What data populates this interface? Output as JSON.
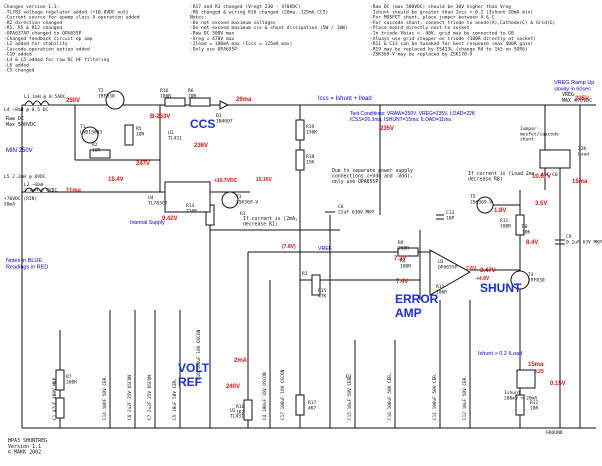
{
  "notes_left": [
    "Changes version 1.1:",
    "-TL783 voltage regulator added (+10.8VDC out)",
    "-Current source for opamp class A operation added",
    "-R2 direction changed",
    "-R1, R5 & R12 changed",
    "-OPA637AP changed to OPA655P",
    "-Changed feedback circuit op amp",
    "-L2 added for stability",
    "-Cascode operation option added",
    "-C10 added",
    "-L4 & L5 added for raw DC HF filtering",
    "-L6 added",
    "-C5 changed"
  ],
  "notes_mid": [
    "-R17 and R3 changed (Vregt 230 - 470VDC)",
    "-R6 changed & wiring R16 changed (20ma..125mA CCS)",
    "",
    "Notes:",
    "-Do not exceed maximum voltages",
    "-Do not exceed maximum ccs & shunt dissipation (5W / 10W)",
    "-Raw DC 500V max",
    "-Vreg = 470V max",
    "-Iload = 100mA max (Iccs = 125mA max)",
    "-Only use OPA655P"
  ],
  "notes_right": [
    "-Raw DC (max 500VDC) should be 30V higher than Vreg",
    "-Ishunt should be greater than Iccs = 0.2 (Ishunt 20mA min)",
    "-For MOSFET shunt, place jumper between A & C.",
    "-For cascode shunt, connect triode to anode(A),Cathode(C) & Grid(G)",
    "-Place board directly next to socket",
    "-In triode Vbias = -40V, grid may be connected to G0",
    "-Always use grid stopper on triode (100R directly at socket)",
    "-R11 & C13 can be tweaked for best response (max 400R gain)",
    "-R19 may be replaced by ES413L (change R4 to 1k5 on SOP6)",
    "-ZSK369-V may be replaced by ZSK170-V"
  ],
  "highlights": {
    "ccs": "CCS",
    "error_amp": "ERROR\nAMP",
    "shunt": "SHUNT",
    "volt_ref": "VOLT\nREF",
    "min_250": "MIN 250V",
    "vreg_ramp": "VREG Ramp Up\nslowly in 60sec",
    "notes_blue": "Notes in BLUE\nReadings in RED",
    "iccs_eq": "Iccs = Ishunt + Iload",
    "test_conditions": "Test Conditions: VRAW=250V, VREG=235V, LOAD=22K\nICSS=26.3ma, ISHUNT=15ma, ILOAD=11ma",
    "internal_supply": "Internal Supply",
    "ishunt_rule": "Ishunt > 0.2 ILoad",
    "vref_label": "VREF",
    "if_current_2ma": "If current is (2mA,\ndecrease R1)",
    "if_current_r11": "If current is (Load 2ma,\ndecrease R8)",
    "vreg_out": "VREG\nMAX 470VDC",
    "raw_dc": "Raw DC\nMax 500VDC",
    "separate_supply": "Due to separate power supply\nconnections (+Vdd and -Vdd),\nonly use OPA655P",
    "jumper": "Jumper\nmosfet/cascode\nshunt",
    "footer": "HPA3 SHUNTREG\nVersion 1.1\n© MAKK 2002"
  },
  "readings": {
    "v250": "250V",
    "v26ma": "26ma",
    "v235a": "235V",
    "v235b": "235V",
    "v250b": "B-253V",
    "v236": "236V",
    "v247": "247V",
    "v15": "15.4V",
    "v107": "+10.7VDC",
    "v9": "9.42V",
    "v73": "7.3V",
    "v74": "7.4V",
    "v47": "+4.9V",
    "v3": "3.47V",
    "v1067": "10.67V",
    "v18": "1.8V",
    "v84": "8.4V",
    "v15ma": "15ma",
    "v15ma2": "15ma",
    "v11ma": "11ma",
    "v35": "3.5V",
    "v036": "0.15V",
    "v2ma": "2mA",
    "v240": "240V",
    "v78": "(7.8V)",
    "v26": "2.6V",
    "v15b": "15.16V",
    "v025": "0.25"
  },
  "components": {
    "L4": "L4 ~8mH @ 0.5 DC",
    "L5": "L5 2.2mH @ 8VDC",
    "T1": "T1\nLND150N3",
    "T2": "T2\nIRF830",
    "R16": "R16\n100R",
    "R6": "R6\n20R",
    "D1": "D1\n1N4007",
    "R2": "R2\n10R",
    "U1": "U1\nTL431",
    "R5": "R5\n10R",
    "U4": "U4\nTL783CT",
    "R14": "R14\n220R",
    "T3": "T3\nZSK369-V",
    "R9": "R9\n200R",
    "R11": "R11\n100R",
    "T5": "T5\n2SK369-V",
    "T4": "T4\nIRF830",
    "R12": "R12\n10R",
    "U2": "U2\nTL431",
    "R17": "R17\n4K7",
    "R19": "R19\n150K",
    "R18": "R18\n15K",
    "C13": "C13\n10P",
    "D2": "D2",
    "R8": "R8\n10K",
    "U3": "U3\nOPA655P",
    "R15": "R15\n47K",
    "C8": "C8\n22uF 630V MKP",
    "C5": "C5 10uF 50V CER.",
    "C6": "C6 2u2F 25V OSCON",
    "C7": "C7 2u2F 25V OSCON",
    "C14": "C14 10UF 50V CER.",
    "C4": "C4 100uF 16V OSCON",
    "C10": "C10 100uF 16V OSCON",
    "C11": "C11 100uF 50V CER.",
    "C12": "C12 10uF 50V CER.",
    "C15": "C15 10uF 50V CER.",
    "C16": "C16 100uF 50V CER.",
    "C9": "C9\n0.1uF 63V MKP",
    "C1": "C1 47uF 400V MKP",
    "C17": "C17 100uF 16V OSCON",
    "L1": "L1 1mH @ 0.5ADC",
    "L2": "L2 ~8mH\n2.2mH @ 8VDC",
    "R1": "R1",
    "R7": "R7\n100K",
    "R3": "R3",
    "R10": "R10\n1K2",
    "R4": "R4\n100R",
    "R13": "R13\n100R",
    "Ishunt": "Ishunt\n200mV = 20mA",
    "load": "22K\nLoad",
    "ground": "GROUND",
    "acg": "A  C  C0",
    "raw_minus": "+70VDC (RIN)\n50mA"
  },
  "colors": {
    "notes": "#0000cc",
    "reading": "#e01010",
    "wire": "#111111",
    "highlight": "#1a2fd6",
    "box": "#444444"
  }
}
